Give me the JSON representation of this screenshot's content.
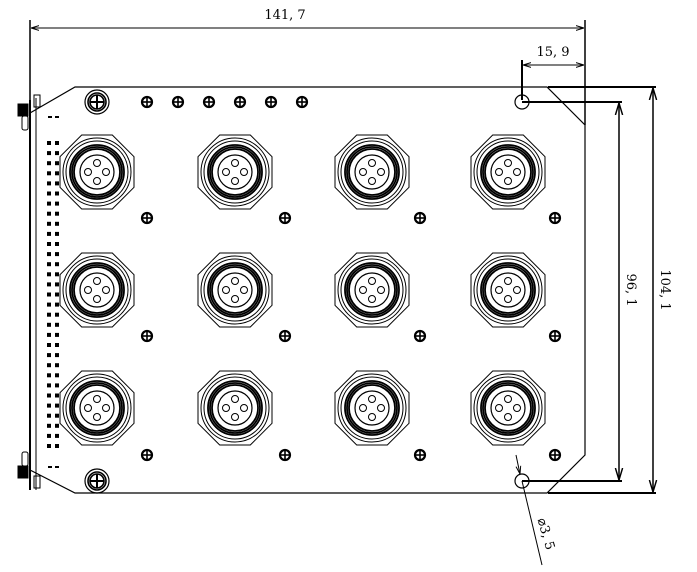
{
  "drawing": {
    "dimensions": {
      "overall_width": "141, 7",
      "hole_offset": "15, 9",
      "hole_spacing": "96, 1",
      "overall_height": "104, 1",
      "hole_diameter": "⌀3, 5"
    },
    "connector_grid": {
      "rows": 3,
      "columns": 4
    },
    "colors": {
      "line": "#000000",
      "background": "#ffffff"
    }
  }
}
